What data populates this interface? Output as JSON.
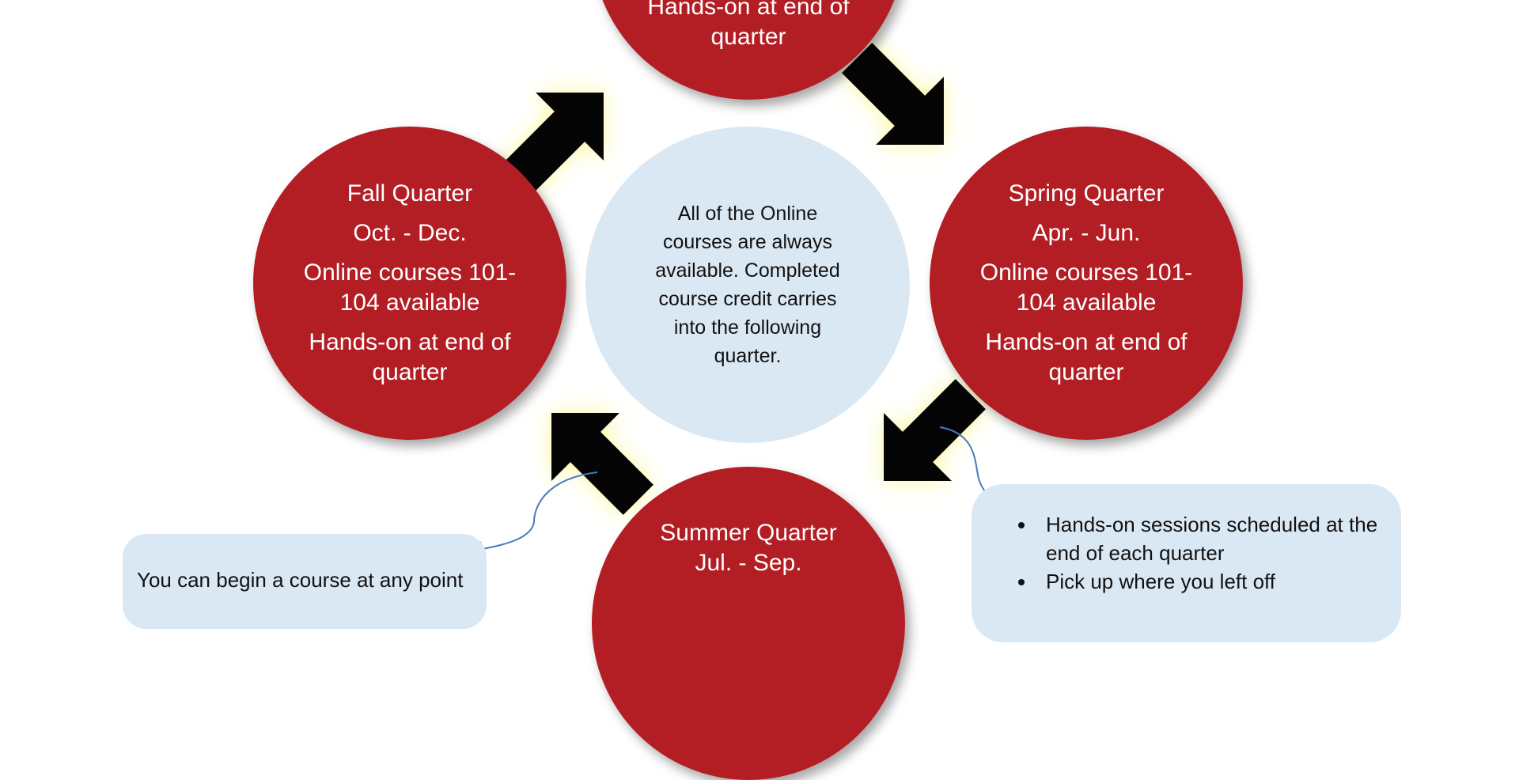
{
  "center": {
    "text": "All of the Online courses are always available. Completed course credit carries into the following quarter."
  },
  "quarters": {
    "winter": {
      "line3": "Hands-on at end of",
      "line4": "quarter"
    },
    "fall": {
      "title": "Fall Quarter",
      "months": "Oct. - Dec.",
      "courses": "Online courses 101-104 available",
      "handson": "Hands-on at end of quarter"
    },
    "spring": {
      "title": "Spring Quarter",
      "months": "Apr. - Jun.",
      "courses": "Online courses 101-104 available",
      "handson": "Hands-on at end of quarter"
    },
    "summer": {
      "title": "Summer Quarter",
      "months": "Jul. - Sep."
    }
  },
  "notes": {
    "left": {
      "text": "You can begin a course at any point"
    },
    "right": {
      "bullets": [
        "Hands-on sessions scheduled at the end of each quarter",
        "Pick up where you left off"
      ]
    }
  },
  "colors": {
    "circle_red": "#b21e24",
    "center_blue": "#dae8f4",
    "arrow_black": "#050505",
    "arrow_glow": "#fbf8a0",
    "connector_blue": "#4a78c0"
  }
}
